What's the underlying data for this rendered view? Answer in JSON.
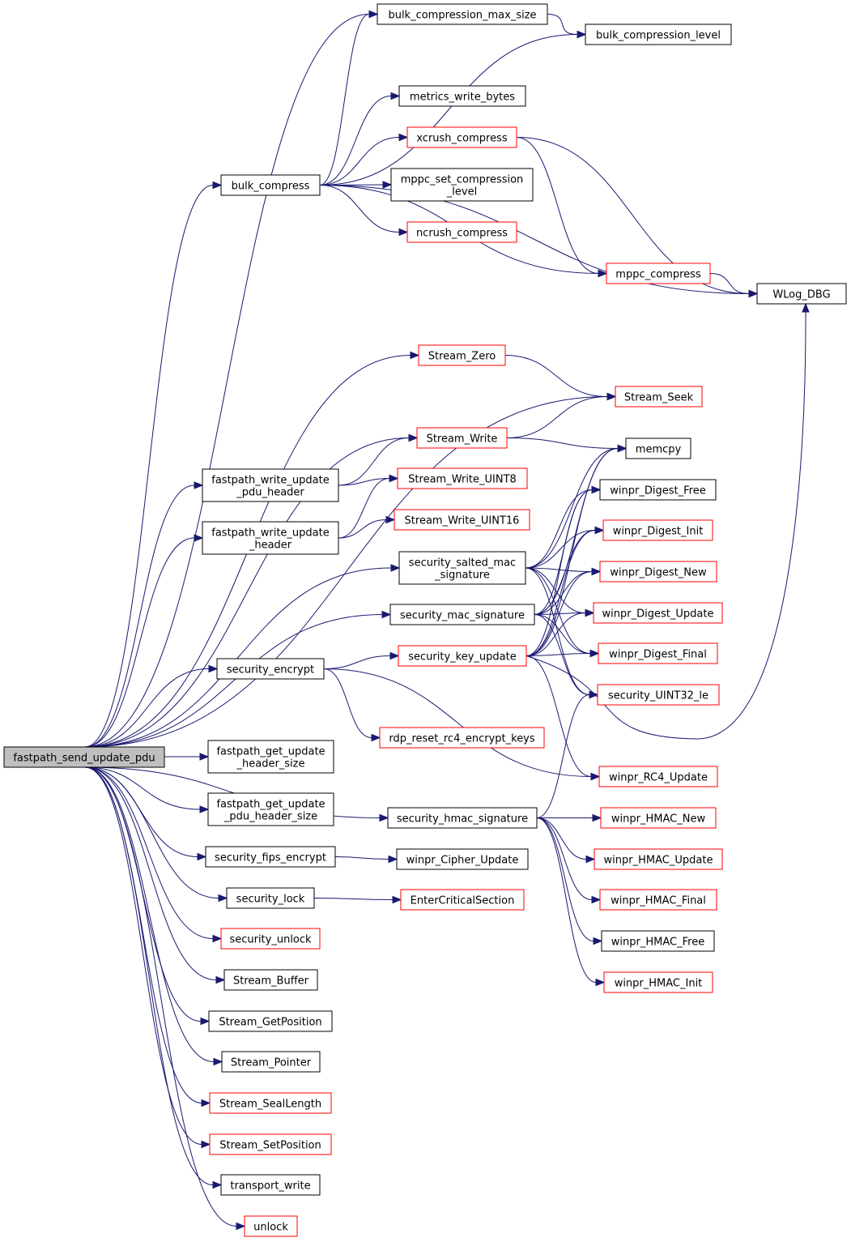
{
  "diagram": {
    "type": "call-graph",
    "colors": {
      "edge": "#191970",
      "root_fill": "#bfbfbf",
      "black_border": "#000000",
      "red_border": "#ff0000"
    },
    "nodes": [
      {
        "id": "root",
        "lines": [
          "fastpath_send_update_pdu"
        ],
        "style": "root"
      },
      {
        "id": "bulk_compress",
        "lines": [
          "bulk_compress"
        ],
        "style": "black"
      },
      {
        "id": "fp_write_update_pdu_header",
        "lines": [
          "fastpath_write_update",
          "_pdu_header"
        ],
        "style": "black"
      },
      {
        "id": "fp_write_update_header",
        "lines": [
          "fastpath_write_update",
          "_header"
        ],
        "style": "black"
      },
      {
        "id": "security_encrypt",
        "lines": [
          "security_encrypt"
        ],
        "style": "black"
      },
      {
        "id": "fp_get_update_header_size",
        "lines": [
          "fastpath_get_update",
          "_header_size"
        ],
        "style": "black"
      },
      {
        "id": "fp_get_update_pdu_header_size",
        "lines": [
          "fastpath_get_update",
          "_pdu_header_size"
        ],
        "style": "black"
      },
      {
        "id": "security_fips_encrypt",
        "lines": [
          "security_fips_encrypt"
        ],
        "style": "black"
      },
      {
        "id": "security_lock",
        "lines": [
          "security_lock"
        ],
        "style": "black"
      },
      {
        "id": "security_unlock",
        "lines": [
          "security_unlock"
        ],
        "style": "red"
      },
      {
        "id": "Stream_Buffer",
        "lines": [
          "Stream_Buffer"
        ],
        "style": "black"
      },
      {
        "id": "Stream_GetPosition",
        "lines": [
          "Stream_GetPosition"
        ],
        "style": "black"
      },
      {
        "id": "Stream_Pointer",
        "lines": [
          "Stream_Pointer"
        ],
        "style": "black"
      },
      {
        "id": "Stream_SealLength",
        "lines": [
          "Stream_SealLength"
        ],
        "style": "red"
      },
      {
        "id": "Stream_SetPosition",
        "lines": [
          "Stream_SetPosition"
        ],
        "style": "red"
      },
      {
        "id": "transport_write",
        "lines": [
          "transport_write"
        ],
        "style": "black"
      },
      {
        "id": "unlock",
        "lines": [
          "unlock"
        ],
        "style": "red"
      },
      {
        "id": "bulk_compression_max_size",
        "lines": [
          "bulk_compression_max_size"
        ],
        "style": "black"
      },
      {
        "id": "metrics_write_bytes",
        "lines": [
          "metrics_write_bytes"
        ],
        "style": "black"
      },
      {
        "id": "xcrush_compress",
        "lines": [
          "xcrush_compress"
        ],
        "style": "red"
      },
      {
        "id": "mppc_set_compression_level",
        "lines": [
          "mppc_set_compression",
          "_level"
        ],
        "style": "black"
      },
      {
        "id": "ncrush_compress",
        "lines": [
          "ncrush_compress"
        ],
        "style": "red"
      },
      {
        "id": "Stream_Zero",
        "lines": [
          "Stream_Zero"
        ],
        "style": "red"
      },
      {
        "id": "Stream_Write",
        "lines": [
          "Stream_Write"
        ],
        "style": "red"
      },
      {
        "id": "Stream_Write_UINT8",
        "lines": [
          "Stream_Write_UINT8"
        ],
        "style": "red"
      },
      {
        "id": "Stream_Write_UINT16",
        "lines": [
          "Stream_Write_UINT16"
        ],
        "style": "red"
      },
      {
        "id": "security_salted_mac_signature",
        "lines": [
          "security_salted_mac",
          "_signature"
        ],
        "style": "black"
      },
      {
        "id": "security_mac_signature",
        "lines": [
          "security_mac_signature"
        ],
        "style": "black"
      },
      {
        "id": "security_key_update",
        "lines": [
          "security_key_update"
        ],
        "style": "red"
      },
      {
        "id": "rdp_reset_rc4_encrypt_keys",
        "lines": [
          "rdp_reset_rc4_encrypt_keys"
        ],
        "style": "red"
      },
      {
        "id": "security_hmac_signature",
        "lines": [
          "security_hmac_signature"
        ],
        "style": "black"
      },
      {
        "id": "winpr_Cipher_Update",
        "lines": [
          "winpr_Cipher_Update"
        ],
        "style": "black"
      },
      {
        "id": "EnterCriticalSection",
        "lines": [
          "EnterCriticalSection"
        ],
        "style": "red"
      },
      {
        "id": "bulk_compression_level",
        "lines": [
          "bulk_compression_level"
        ],
        "style": "black"
      },
      {
        "id": "mppc_compress",
        "lines": [
          "mppc_compress"
        ],
        "style": "red"
      },
      {
        "id": "WLog_DBG",
        "lines": [
          "WLog_DBG"
        ],
        "style": "black"
      },
      {
        "id": "Stream_Seek",
        "lines": [
          "Stream_Seek"
        ],
        "style": "red"
      },
      {
        "id": "memcpy",
        "lines": [
          "memcpy"
        ],
        "style": "black"
      },
      {
        "id": "winpr_Digest_Free",
        "lines": [
          "winpr_Digest_Free"
        ],
        "style": "black"
      },
      {
        "id": "winpr_Digest_Init",
        "lines": [
          "winpr_Digest_Init"
        ],
        "style": "red"
      },
      {
        "id": "winpr_Digest_New",
        "lines": [
          "winpr_Digest_New"
        ],
        "style": "red"
      },
      {
        "id": "winpr_Digest_Update",
        "lines": [
          "winpr_Digest_Update"
        ],
        "style": "red"
      },
      {
        "id": "winpr_Digest_Final",
        "lines": [
          "winpr_Digest_Final"
        ],
        "style": "red"
      },
      {
        "id": "security_UINT32_le",
        "lines": [
          "security_UINT32_le"
        ],
        "style": "red"
      },
      {
        "id": "winpr_RC4_Update",
        "lines": [
          "winpr_RC4_Update"
        ],
        "style": "red"
      },
      {
        "id": "winpr_HMAC_New",
        "lines": [
          "winpr_HMAC_New"
        ],
        "style": "red"
      },
      {
        "id": "winpr_HMAC_Update",
        "lines": [
          "winpr_HMAC_Update"
        ],
        "style": "red"
      },
      {
        "id": "winpr_HMAC_Final",
        "lines": [
          "winpr_HMAC_Final"
        ],
        "style": "red"
      },
      {
        "id": "winpr_HMAC_Free",
        "lines": [
          "winpr_HMAC_Free"
        ],
        "style": "black"
      },
      {
        "id": "winpr_HMAC_Init",
        "lines": [
          "winpr_HMAC_Init"
        ],
        "style": "red"
      }
    ],
    "edges": [
      [
        "root",
        "bulk_compress"
      ],
      [
        "root",
        "fp_write_update_pdu_header"
      ],
      [
        "root",
        "fp_write_update_header"
      ],
      [
        "root",
        "security_encrypt"
      ],
      [
        "root",
        "fp_get_update_header_size"
      ],
      [
        "root",
        "fp_get_update_pdu_header_size"
      ],
      [
        "root",
        "security_fips_encrypt"
      ],
      [
        "root",
        "security_lock"
      ],
      [
        "root",
        "security_unlock"
      ],
      [
        "root",
        "Stream_Buffer"
      ],
      [
        "root",
        "Stream_GetPosition"
      ],
      [
        "root",
        "Stream_Pointer"
      ],
      [
        "root",
        "Stream_SealLength"
      ],
      [
        "root",
        "Stream_SetPosition"
      ],
      [
        "root",
        "transport_write"
      ],
      [
        "root",
        "unlock"
      ],
      [
        "root",
        "bulk_compression_max_size"
      ],
      [
        "root",
        "Stream_Zero"
      ],
      [
        "root",
        "Stream_Seek"
      ],
      [
        "root",
        "Stream_Write"
      ],
      [
        "root",
        "security_salted_mac_signature"
      ],
      [
        "root",
        "security_mac_signature"
      ],
      [
        "root",
        "security_hmac_signature"
      ],
      [
        "bulk_compress",
        "bulk_compression_max_size"
      ],
      [
        "bulk_compress",
        "bulk_compression_level"
      ],
      [
        "bulk_compress",
        "metrics_write_bytes"
      ],
      [
        "bulk_compress",
        "xcrush_compress"
      ],
      [
        "bulk_compress",
        "mppc_set_compression_level"
      ],
      [
        "bulk_compress",
        "ncrush_compress"
      ],
      [
        "bulk_compress",
        "mppc_compress"
      ],
      [
        "bulk_compress",
        "WLog_DBG"
      ],
      [
        "bulk_compression_max_size",
        "bulk_compression_level"
      ],
      [
        "xcrush_compress",
        "mppc_compress"
      ],
      [
        "xcrush_compress",
        "WLog_DBG"
      ],
      [
        "mppc_compress",
        "WLog_DBG"
      ],
      [
        "Stream_Zero",
        "Stream_Seek"
      ],
      [
        "Stream_Write",
        "Stream_Seek"
      ],
      [
        "Stream_Write",
        "memcpy"
      ],
      [
        "fp_write_update_pdu_header",
        "Stream_Write"
      ],
      [
        "fp_write_update_pdu_header",
        "Stream_Write_UINT8"
      ],
      [
        "fp_write_update_header",
        "Stream_Write_UINT8"
      ],
      [
        "fp_write_update_header",
        "Stream_Write_UINT16"
      ],
      [
        "security_salted_mac_signature",
        "memcpy"
      ],
      [
        "security_salted_mac_signature",
        "winpr_Digest_Free"
      ],
      [
        "security_salted_mac_signature",
        "winpr_Digest_Init"
      ],
      [
        "security_salted_mac_signature",
        "winpr_Digest_New"
      ],
      [
        "security_salted_mac_signature",
        "winpr_Digest_Update"
      ],
      [
        "security_salted_mac_signature",
        "winpr_Digest_Final"
      ],
      [
        "security_salted_mac_signature",
        "security_UINT32_le"
      ],
      [
        "security_mac_signature",
        "memcpy"
      ],
      [
        "security_mac_signature",
        "winpr_Digest_Free"
      ],
      [
        "security_mac_signature",
        "winpr_Digest_Init"
      ],
      [
        "security_mac_signature",
        "winpr_Digest_New"
      ],
      [
        "security_mac_signature",
        "winpr_Digest_Update"
      ],
      [
        "security_mac_signature",
        "winpr_Digest_Final"
      ],
      [
        "security_mac_signature",
        "security_UINT32_le"
      ],
      [
        "security_encrypt",
        "security_key_update"
      ],
      [
        "security_encrypt",
        "rdp_reset_rc4_encrypt_keys"
      ],
      [
        "security_encrypt",
        "winpr_RC4_Update"
      ],
      [
        "security_key_update",
        "memcpy"
      ],
      [
        "security_key_update",
        "winpr_Digest_Free"
      ],
      [
        "security_key_update",
        "winpr_Digest_Init"
      ],
      [
        "security_key_update",
        "winpr_Digest_New"
      ],
      [
        "security_key_update",
        "winpr_Digest_Update"
      ],
      [
        "security_key_update",
        "winpr_Digest_Final"
      ],
      [
        "security_key_update",
        "winpr_RC4_Update"
      ],
      [
        "security_key_update",
        "WLog_DBG"
      ],
      [
        "security_hmac_signature",
        "security_UINT32_le"
      ],
      [
        "security_hmac_signature",
        "winpr_HMAC_New"
      ],
      [
        "security_hmac_signature",
        "winpr_HMAC_Update"
      ],
      [
        "security_hmac_signature",
        "winpr_HMAC_Final"
      ],
      [
        "security_hmac_signature",
        "winpr_HMAC_Free"
      ],
      [
        "security_hmac_signature",
        "winpr_HMAC_Init"
      ],
      [
        "security_fips_encrypt",
        "winpr_Cipher_Update"
      ],
      [
        "security_lock",
        "EnterCriticalSection"
      ]
    ]
  }
}
